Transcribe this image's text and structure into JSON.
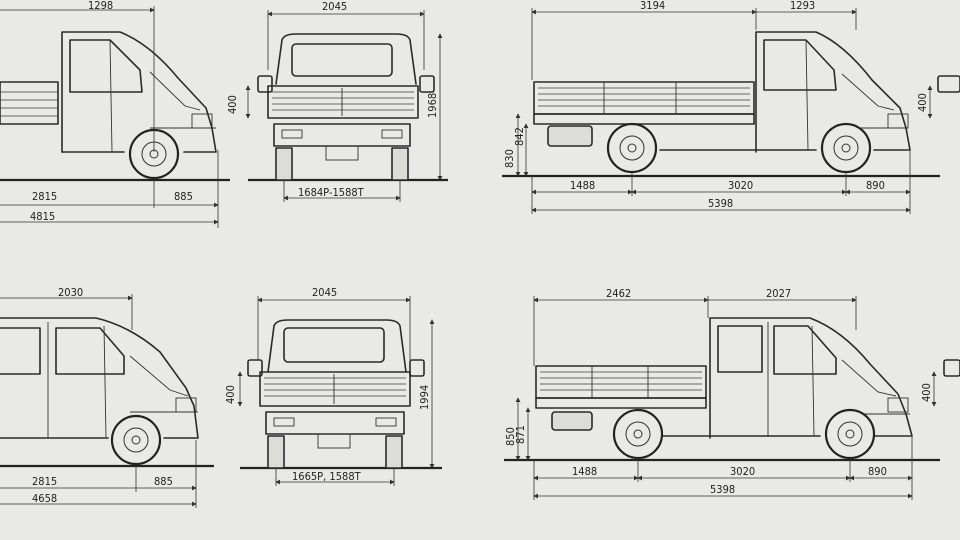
{
  "colors": {
    "paper": "#e9e9e7",
    "ink": "#2a2a2a"
  },
  "top": {
    "left_side": {
      "cab_dim": "1298",
      "dim_a": "2815",
      "dim_b": "885",
      "dim_total": "4815"
    },
    "rear": {
      "width": "2045",
      "height": "1968",
      "side_h": "400",
      "track": "1684P-1588T"
    },
    "right_side": {
      "body_len": "3194",
      "cab_len": "1293",
      "h1": "830",
      "h2": "842",
      "front_overhang": "1488",
      "wheelbase": "3020",
      "rear_overhang": "890",
      "total": "5398"
    },
    "edge": {
      "side_h": "400"
    }
  },
  "bottom": {
    "left_side": {
      "cab_dim": "2030",
      "dim_a": "2815",
      "dim_b": "885",
      "dim_total": "4658"
    },
    "rear": {
      "width": "2045",
      "height": "1994",
      "side_h": "400",
      "track": "1665P, 1588T"
    },
    "right_side": {
      "body_len": "2462",
      "cab_len": "2027",
      "h1": "850",
      "h2": "871",
      "front_overhang": "1488",
      "wheelbase": "3020",
      "rear_overhang": "890",
      "total": "5398"
    },
    "edge": {
      "side_h": "400"
    }
  }
}
